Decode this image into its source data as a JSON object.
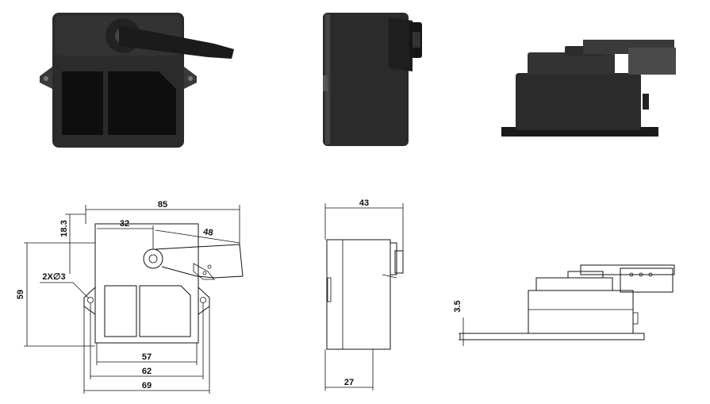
{
  "drawing": {
    "front_view": {
      "dims": {
        "overall_width": "85",
        "lever_center_offset": "32",
        "lever_length": "48",
        "top_offset": "18.3",
        "hole_label": "2X∅3",
        "height": "59",
        "inner_width": "57",
        "mount_hole_spacing": "62",
        "base_width": "69"
      }
    },
    "side_view": {
      "dims": {
        "overall_depth": "43",
        "body_depth": "27"
      }
    },
    "top_view": {
      "dims": {
        "flange_thickness": "3.5"
      }
    }
  }
}
